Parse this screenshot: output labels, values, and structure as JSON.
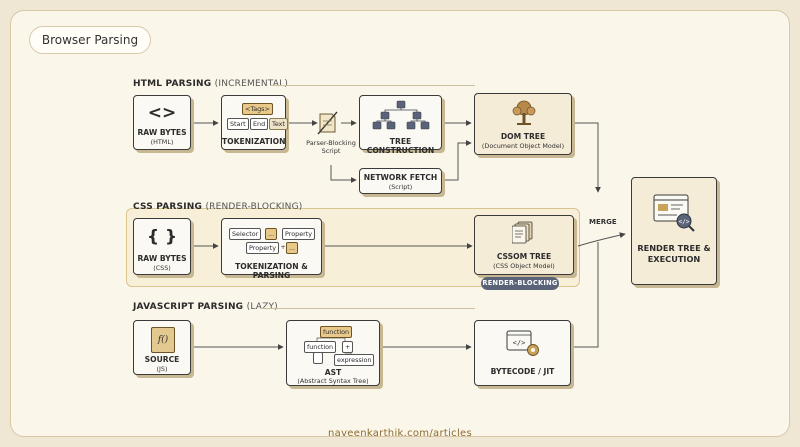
{
  "title": "Browser Parsing",
  "footer": "naveenkarthik.com/articles",
  "sections": {
    "html": {
      "title": "HTML PARSING",
      "sub": "(INCREMENTAL)"
    },
    "css": {
      "title": "CSS PARSING",
      "sub": "(RENDER-BLOCKING)"
    },
    "js": {
      "title": "JAVASCRIPT PARSING",
      "sub": "(LAZY)"
    }
  },
  "html": {
    "raw_bytes": {
      "label": "RAW BYTES",
      "sub": "(HTML)",
      "icon": "<>"
    },
    "tokenization": {
      "label": "TOKENIZATION",
      "chips": [
        "<Tags>",
        "Start",
        "End",
        "Text"
      ]
    },
    "parser_blocking": {
      "line1": "Parser-Blocking",
      "line2": "Script"
    },
    "tree_construction": {
      "label": "TREE CONSTRUCTION"
    },
    "network_fetch": {
      "label": "NETWORK FETCH",
      "sub": "(Script)"
    },
    "dom_tree": {
      "label": "DOM TREE",
      "sub": "(Document Object Model)"
    }
  },
  "css": {
    "raw_bytes": {
      "label": "RAW BYTES",
      "sub": "(CSS)",
      "icon": "{ }"
    },
    "tokenization": {
      "label": "TOKENIZATION & PARSING",
      "chips": [
        "Selector",
        "...",
        "Property",
        "Property",
        "+",
        "..."
      ]
    },
    "cssom": {
      "label": "CSSOM TREE",
      "sub": "(CSS Object Model)"
    },
    "badge": "RENDER-BLOCKING"
  },
  "js": {
    "source": {
      "label": "SOURCE",
      "sub": "(JS)",
      "icon": "f()"
    },
    "ast": {
      "label": "AST",
      "sub": "(Abstract Syntax Tree)",
      "chips": [
        "function",
        "function",
        "+",
        "expression"
      ]
    },
    "bytecode": {
      "label": "BYTECODE / JIT",
      "icon": "</>"
    }
  },
  "merge": "MERGE",
  "render": {
    "line1": "RENDER TREE &",
    "line2": "EXECUTION"
  },
  "colors": {
    "background": "#efe6d3",
    "panel": "#fbf6ea",
    "accent": "#c9a35a",
    "badge": "#5b6378",
    "footer": "#8c6b2e"
  }
}
